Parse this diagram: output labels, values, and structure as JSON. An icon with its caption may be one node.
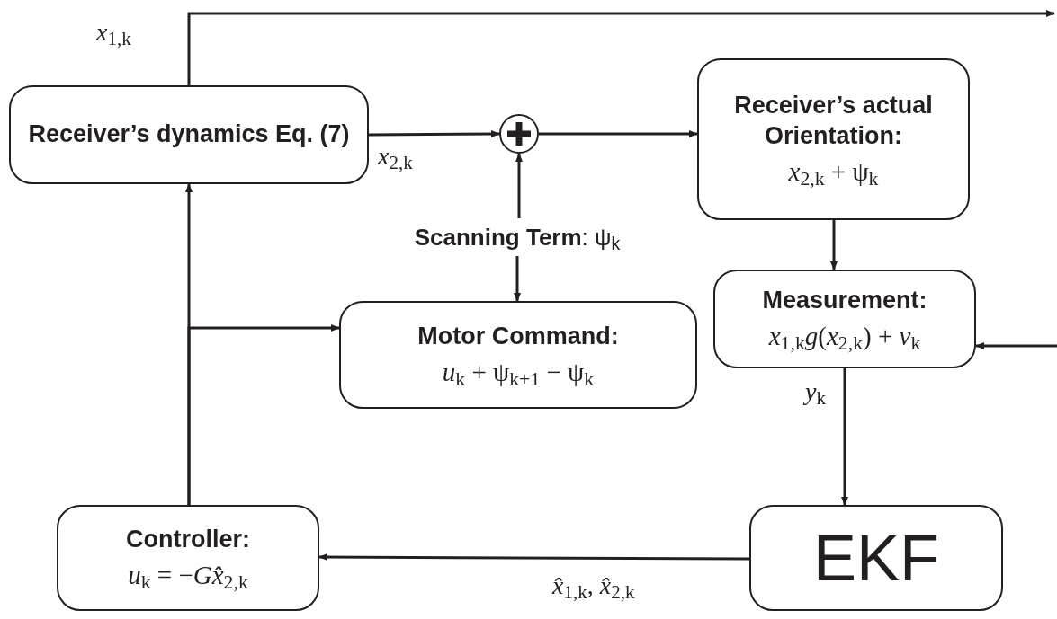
{
  "diagram": {
    "nodes": [
      {
        "text": [
          "Receiver’s dynamics Eq. (7)"
        ]
      },
      {
        "text": [],
        "shape": "circle"
      },
      {
        "text": [
          "Receiver’s actual Orientation:",
          "*x*$_{2,k}$ + ψ$_{k}$"
        ]
      },
      {
        "text": [
          "**Scanning Term**: ψ$_{k}$"
        ]
      },
      {
        "text": [
          "Motor Command:",
          "*u*$_{k}$ + ψ$_{k+1}$ − ψ$_{k}$"
        ]
      },
      {
        "text": [
          "Measurement:",
          "*x*$_{1,k}$*g*(*x*$_{2,k}$) + *v*$_{k}$"
        ]
      },
      {
        "text": [
          "EKF"
        ]
      },
      {
        "text": [
          "Controller:",
          "*u*$_{k}$ = −*Gx̂*$_{2,k}$"
        ]
      }
    ],
    "edges": [
      {
        "from": 0,
        "to": null,
        "arrow": "to",
        "label": "*x*$_{1,k}$"
      },
      {
        "from": 0,
        "to": 1,
        "arrow": "to",
        "label": "*x*$_{2,k}$"
      },
      {
        "from": 1,
        "to": 2,
        "arrow": "to"
      },
      {
        "from": 3,
        "to": 1,
        "arrow": "to"
      },
      {
        "from": 3,
        "to": 4,
        "arrow": "to"
      },
      {
        "from": 2,
        "to": 5,
        "arrow": "to"
      },
      {
        "from": null,
        "to": 5,
        "arrow": "to"
      },
      {
        "from": 5,
        "to": 6,
        "arrow": "to",
        "label": "*y*$_{k}$"
      },
      {
        "from": 6,
        "to": 7,
        "arrow": "to",
        "label": "*x̂*$_{1,k}$, *x̂*$_{2,k}$"
      },
      {
        "from": 7,
        "to": 0,
        "arrow": "to"
      },
      {
        "from": 7,
        "to": 4,
        "arrow": "to"
      }
    ]
  }
}
